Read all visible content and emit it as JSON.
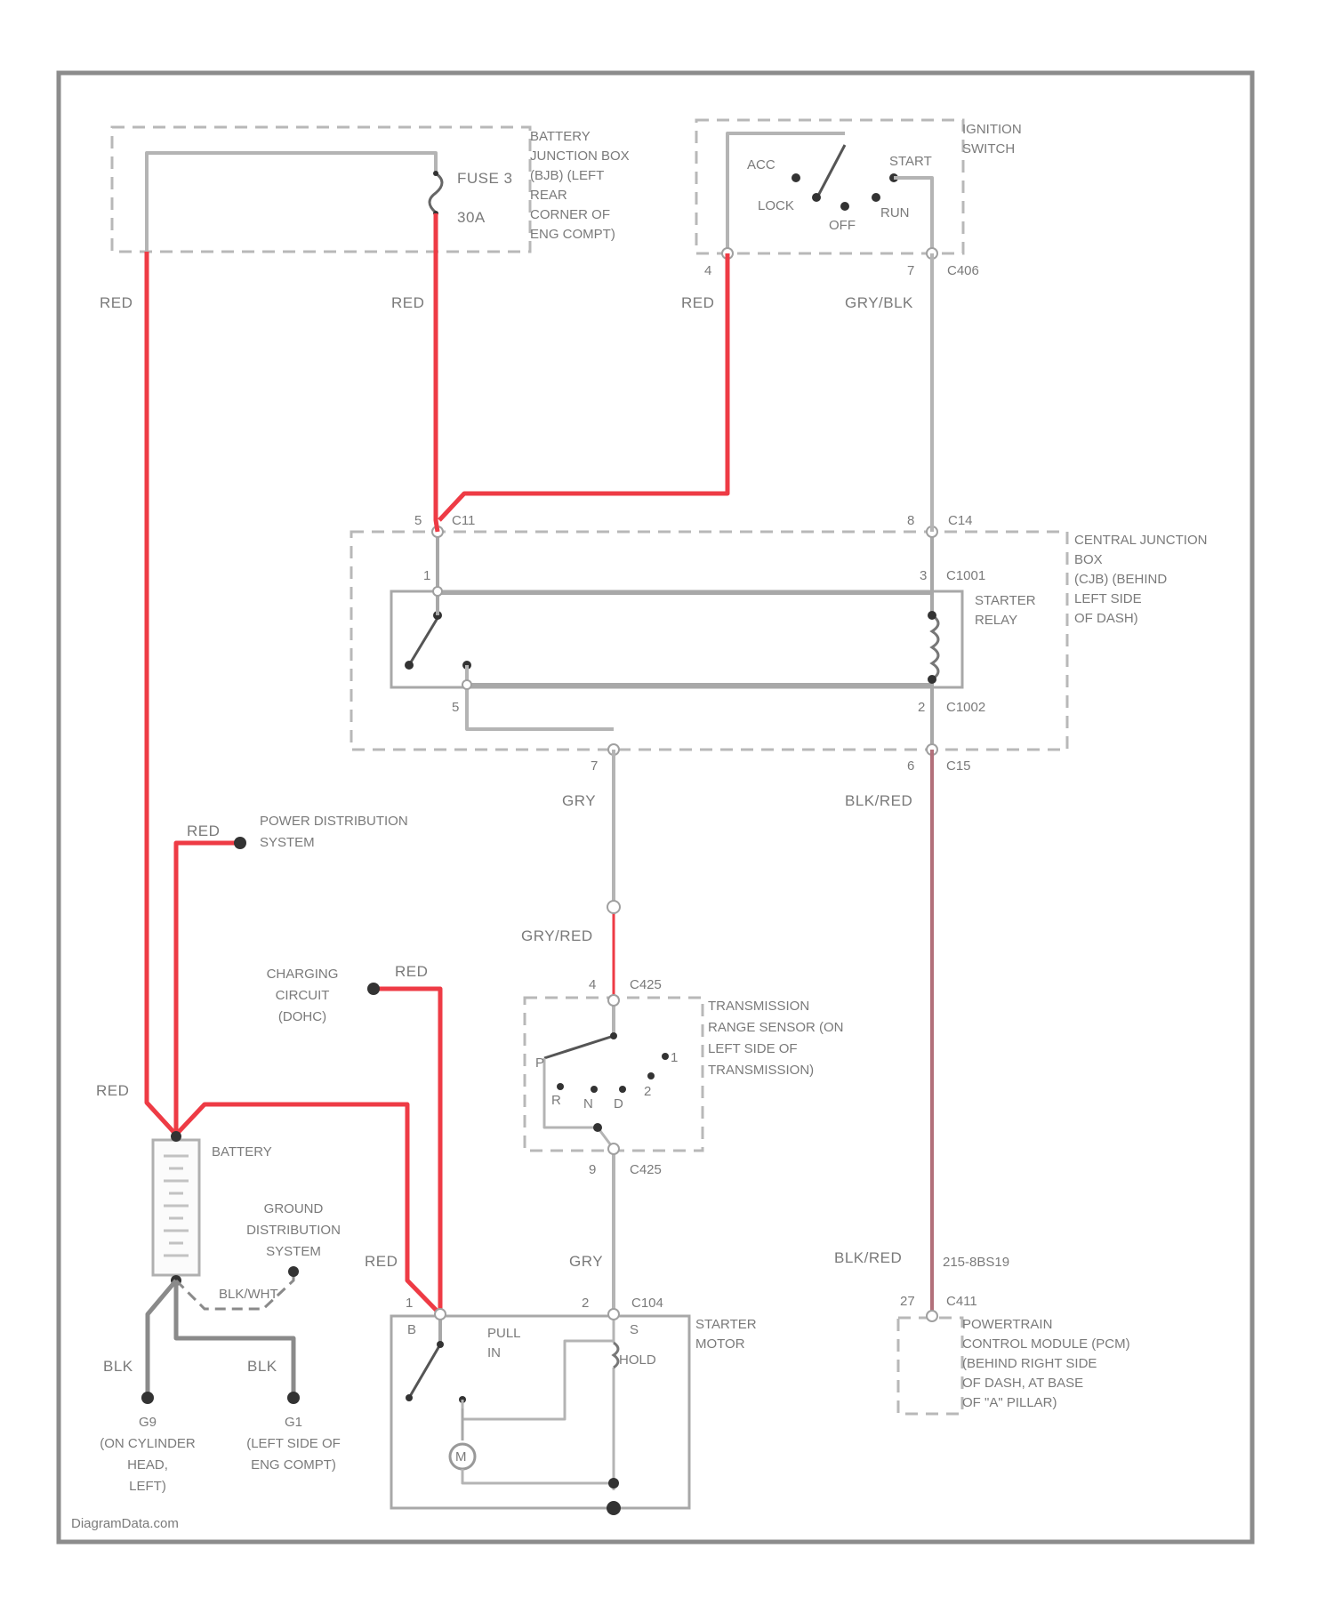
{
  "watermark": "DiagramData.com",
  "components": {
    "battery_junction_box": "BATTERY JUNCTION BOX (BJB) (LEFT REAR CORNER OF ENG COMPT)",
    "fuse_label": "FUSE 3",
    "fuse_rating": "30A",
    "ignition_switch": "IGNITION SWITCH",
    "central_junction_box": "CENTRAL JUNCTION BOX (CJB) (BEHIND LEFT SIDE OF DASH)",
    "starter_relay": "STARTER RELAY",
    "power_distribution": "POWER DISTRIBUTION SYSTEM",
    "charging_circuit": "CHARGING CIRCUIT (DOHC)",
    "transmission_range_sensor": "TRANSMISSION RANGE SENSOR (ON LEFT SIDE OF TRANSMISSION)",
    "battery": "BATTERY",
    "ground_distribution": "GROUND DISTRIBUTION SYSTEM",
    "starter_motor": "STARTER MOTOR",
    "pcm": "POWERTRAIN CONTROL MODULE (PCM) (BEHIND RIGHT SIDE OF DASH, AT BASE OF \"A\" PILLAR)",
    "ground_g9": "G9",
    "ground_g9_loc": "(ON CYLINDER HEAD, LEFT)",
    "ground_g1": "G1",
    "ground_g1_loc": "(LEFT SIDE OF ENG COMPT)"
  },
  "ignition_positions": {
    "acc": "ACC",
    "start": "START",
    "lock": "LOCK",
    "off": "OFF",
    "run": "RUN"
  },
  "trs_positions": [
    "P",
    "R",
    "N",
    "D",
    "2",
    "1"
  ],
  "starter_labels": {
    "pull_in": "PULL IN",
    "hold": "HOLD",
    "s": "S",
    "m": "M",
    "b": "B"
  },
  "wire_colors": {
    "red": "RED",
    "gry_blk": "GRY/BLK",
    "gry": "GRY",
    "gry_red": "GRY/RED",
    "blk_red": "BLK/RED",
    "blk": "BLK",
    "blk_wht": "BLK/WHT"
  },
  "connectors": {
    "c11": "C11",
    "c406": "C406",
    "c14": "C14",
    "c1001": "C1001",
    "c1002": "C1002",
    "c15": "C15",
    "c425_top": "C425",
    "c425_bot": "C425",
    "c104": "C104",
    "c411": "C411",
    "pcm_ref": "215-8BS19"
  },
  "pins": {
    "ign_a": "4",
    "ign_b": "7",
    "cjb_top_l": "5",
    "cjb_top_r": "8",
    "relay_1": "1",
    "relay_5": "5",
    "relay_2": "2",
    "relay_3": "3",
    "cjb_bot_l": "7",
    "cjb_bot_r": "6",
    "trs_top": "4",
    "trs_bot": "9",
    "starter_1": "1",
    "starter_2": "2",
    "pcm_27": "27"
  },
  "colors": {
    "red_wire": "#ee3b45",
    "gray_wire": "#b4b4b4",
    "black_wire": "#8a8a8a"
  }
}
